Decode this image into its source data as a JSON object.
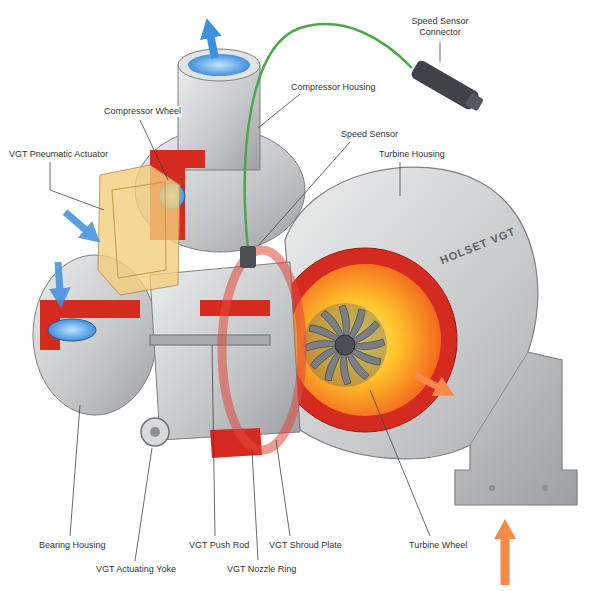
{
  "diagram": {
    "labels": [
      "Speed Sensor Connector",
      "Compressor Housing",
      "Compressor Wheel",
      "VGT Pneumatic Actuator",
      "Speed Sensor",
      "Turbine Housing",
      "Bearing Housing",
      "VGT Actuating Yoke",
      "VGT Push Rod",
      "VGT Shroud Plate",
      "VGT Nozzle Ring",
      "Turbine Wheel",
      "HOLSET VGT"
    ]
  }
}
